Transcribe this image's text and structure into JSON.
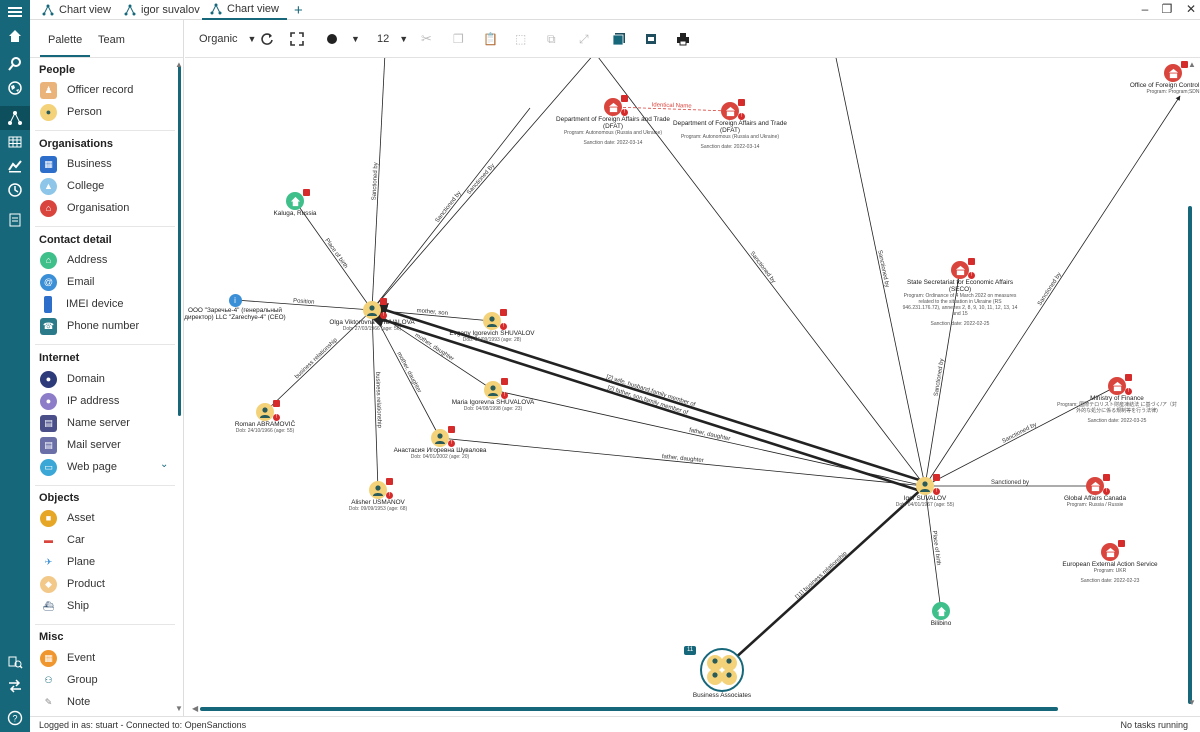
{
  "tabs": [
    {
      "label": "Chart view",
      "active": false
    },
    {
      "label": "igor suvalov",
      "active": false
    },
    {
      "label": "Chart view",
      "active": true
    }
  ],
  "add_tab_label": "+",
  "window_controls": [
    "–",
    "❐",
    "✕"
  ],
  "palette": {
    "tabs": [
      "Palette",
      "Team"
    ],
    "sections": [
      {
        "title": "People",
        "items": [
          "Officer record",
          "Person"
        ]
      },
      {
        "title": "Organisations",
        "items": [
          "Business",
          "College",
          "Organisation"
        ]
      },
      {
        "title": "Contact detail",
        "items": [
          "Address",
          "Email",
          "IMEI device",
          "Phone number"
        ]
      },
      {
        "title": "Internet",
        "items": [
          "Domain",
          "IP address",
          "Name server",
          "Mail server",
          "Web page"
        ]
      },
      {
        "title": "Objects",
        "items": [
          "Asset",
          "Car",
          "Plane",
          "Product",
          "Ship"
        ]
      },
      {
        "title": "Misc",
        "items": [
          "Event",
          "Group",
          "Note"
        ]
      }
    ]
  },
  "toolbar": {
    "layout_label": "Organic",
    "font_size": "12"
  },
  "chart_data": {
    "type": "network",
    "nodes": [
      {
        "id": "olga",
        "label": "Olga Viktorovna SHUVALOVA",
        "sub": "Dob: 27/03/1966 (age: 56)"
      },
      {
        "id": "igor",
        "label": "Igor SUVALOV",
        "sub": "Dob: 04/01/1967 (age: 55)"
      },
      {
        "id": "evgeny",
        "label": "Evgeny Igorevich SHUVALOV",
        "sub": "Dob: 06/09/1993 (age: 28)"
      },
      {
        "id": "maria",
        "label": "Maria Igorevna SHUVALOVA",
        "sub": "Dob: 04/08/1998 (age: 23)"
      },
      {
        "id": "anastasia",
        "label": "Анастасия Игоревна Шувалова",
        "sub": "Dob: 04/01/2002 (age: 20)"
      },
      {
        "id": "roman",
        "label": "Roman ABRAMOVIČ",
        "sub": "Dob: 24/10/1966 (age: 55)"
      },
      {
        "id": "alisher",
        "label": "Alisher USMANOV",
        "sub": "Dob: 09/09/1953 (age: 68)"
      },
      {
        "id": "ooo",
        "label": "OOO \"Заречье-4\" (генеральный директор) LLC \"Zarechye-4\" (CEO)",
        "sub": ""
      },
      {
        "id": "kaluga",
        "label": "Kaluga, Russia",
        "sub": ""
      },
      {
        "id": "bilibino",
        "label": "Bilibino",
        "sub": ""
      },
      {
        "id": "dfat1",
        "label": "Department of Foreign Affairs and Trade (DFAT)",
        "sub": "Program: Autonomous (Russia and Ukraine)",
        "date": "Sanction date: 2022-03-14"
      },
      {
        "id": "dfat2",
        "label": "Department of Foreign Affairs and Trade (DFAT)",
        "sub": "Program: Autonomous (Russia and Ukraine)",
        "date": "Sanction date: 2022-03-14"
      },
      {
        "id": "ofac",
        "label": "Office of Foreign Control (OFA",
        "sub": "Program: Program;SDN"
      },
      {
        "id": "seco",
        "label": "State Secretariat for Economic Affairs (SECO)",
        "sub": "Program: Ordinance of 4 March 2022 on measures related to the situation in Ukraine (RS 946.231.176.72), annexes 2, 8, 9, 10, 11, 12, 13, 14 and 15",
        "date": "Sanction date: 2022-02-25"
      },
      {
        "id": "mof",
        "label": "Ministry of Finance",
        "sub": "Program: 国際テロリスト財産凍結法 に基づく/ア（対外的な処分に係る規制等を行う法律)",
        "date": "Sanction date: 2022-03-25"
      },
      {
        "id": "gac",
        "label": "Global Affairs Canada",
        "sub": "Program: Russia / Russie"
      },
      {
        "id": "eeas",
        "label": "European External Action Service",
        "sub": "Program: UKR",
        "date": "Sanction date: 2022-02-23"
      },
      {
        "id": "assoc",
        "label": "Business Associates",
        "sub": "",
        "count": "11"
      }
    ],
    "edges": [
      {
        "from": "olga",
        "to": "ooo",
        "label": "Position"
      },
      {
        "from": "olga",
        "to": "kaluga",
        "label": "Place of birth"
      },
      {
        "from": "olga",
        "to": "evgeny",
        "label": "mother, son"
      },
      {
        "from": "olga",
        "to": "maria",
        "label": "mother, daughter"
      },
      {
        "from": "olga",
        "to": "anastasia",
        "label": "mother, daughter"
      },
      {
        "from": "olga",
        "to": "roman",
        "label": "business relationship"
      },
      {
        "from": "olga",
        "to": "alisher",
        "label": "business relationship"
      },
      {
        "from": "igor",
        "to": "olga",
        "label": "[2] father, son,family member of"
      },
      {
        "from": "igor",
        "to": "olga",
        "label": "[2] wife, husband,family member of"
      },
      {
        "from": "igor",
        "to": "maria",
        "label": "father, daughter"
      },
      {
        "from": "igor",
        "to": "anastasia",
        "label": "father, daughter"
      },
      {
        "from": "igor",
        "to": "bilibino",
        "label": "Place of birth"
      },
      {
        "from": "igor",
        "to": "gac",
        "label": "Sanctioned by"
      },
      {
        "from": "igor",
        "to": "mof",
        "label": "Sanctioned by"
      },
      {
        "from": "igor",
        "to": "seco",
        "label": "Sanctioned by"
      },
      {
        "from": "igor",
        "to": "ofac",
        "label": "Sanctioned by"
      },
      {
        "from": "igor",
        "to": "dfat1",
        "label": "Sanctioned by"
      },
      {
        "from": "igor",
        "to": "dfat2",
        "label": "Sanctioned by"
      },
      {
        "from": "olga",
        "to": "dfat1",
        "label": "Sanctioned by"
      },
      {
        "from": "olga",
        "to": "dfat1",
        "label": "Sanctioned By"
      },
      {
        "from": "olga",
        "to": "dfat1",
        "label": "Sanctioned by"
      },
      {
        "from": "igor",
        "to": "assoc",
        "label": "[11] business relationship"
      },
      {
        "from": "dfat1",
        "to": "dfat2",
        "label": "Identical Name"
      }
    ]
  },
  "status": {
    "left": "Logged in as: stuart - Connected to: OpenSanctions",
    "right": "No tasks running"
  },
  "colors": {
    "accent": "#16677a",
    "sanction_red": "#d9453d",
    "person_yellow": "#f3d27a",
    "place_green": "#3fbf8a",
    "position_blue": "#3b8fd6"
  }
}
